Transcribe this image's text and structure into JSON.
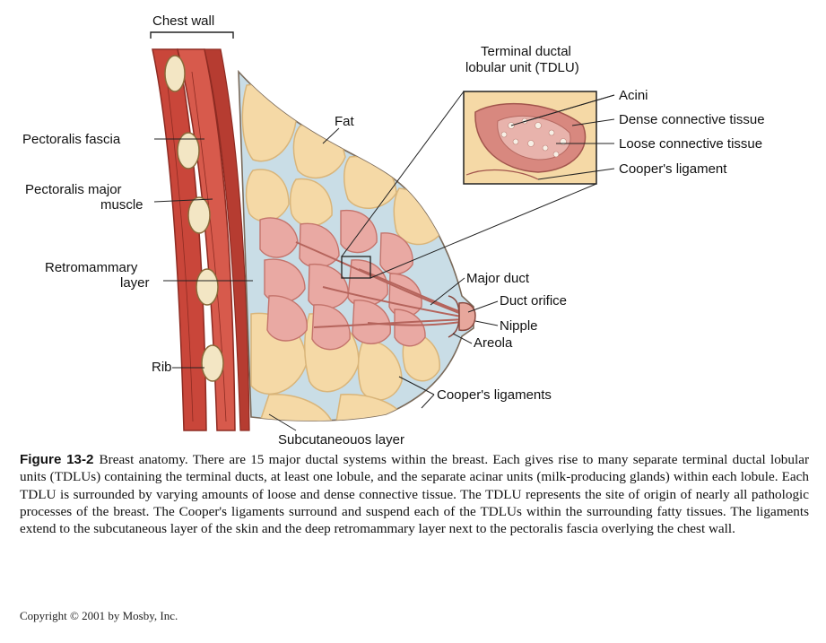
{
  "labels": {
    "chest_wall": "Chest wall",
    "tdlu_title_1": "Terminal ductal",
    "tdlu_title_2": "lobular unit (TDLU)",
    "acini": "Acini",
    "dense_connective": "Dense connective tissue",
    "loose_connective": "Loose connective tissue",
    "coopers_ligament": "Cooper's ligament",
    "fat": "Fat",
    "pectoralis_fascia": "Pectoralis fascia",
    "pectoralis_major_1": "Pectoralis major",
    "pectoralis_major_2": "muscle",
    "retromammary_1": "Retromammary",
    "retromammary_2": "layer",
    "rib": "Rib",
    "major_duct": "Major duct",
    "duct_orifice": "Duct orifice",
    "nipple": "Nipple",
    "areola": "Areola",
    "coopers_ligaments": "Cooper's ligaments",
    "subcutaneous_layer": "Subcutaneouos layer"
  },
  "caption": {
    "figure_number": "Figure 13-2",
    "text": "Breast anatomy. There are 15 major ductal systems within the breast. Each gives rise to many separate terminal ductal lobular units (TDLUs) containing the terminal ducts, at least one lobule, and the separate acinar units (milk-producing glands) within each lobule. Each TDLU is surrounded by varying amounts of loose and dense connective tissue. The TDLU represents the site of origin of nearly all pathologic processes of the breast. The Cooper's ligaments surround and suspend each of the TDLUs within the surrounding fatty tissues. The ligaments extend to the subcutaneous layer of the skin and the deep retromammary layer next to the pectoralis fascia overlying the chest wall."
  },
  "copyright": "Copyright © 2001 by Mosby, Inc.",
  "colors": {
    "muscle": "#c9463a",
    "muscle_dark": "#8e2b22",
    "fat": "#f5d9a6",
    "fat_edge": "#d9b57a",
    "gland": "#e9a9a3",
    "gland_edge": "#c4746c",
    "connective": "#c9dde6",
    "leader": "#222222"
  }
}
